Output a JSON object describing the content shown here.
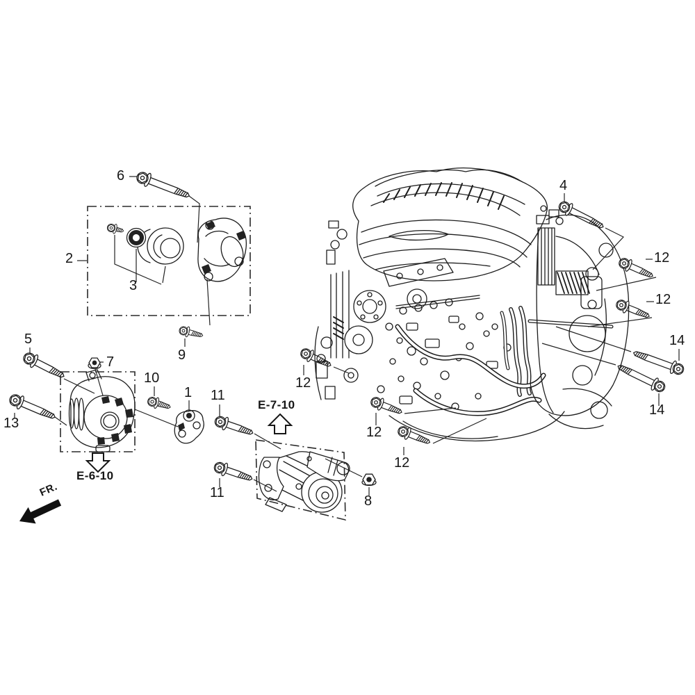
{
  "diagram": {
    "background": "#ffffff",
    "line_color": "#1c1c1c"
  },
  "callouts": {
    "p1": "1",
    "p2": "2",
    "p3": "3",
    "p4": "4",
    "p5": "5",
    "p6": "6",
    "p7": "7",
    "p8": "8",
    "p9": "9",
    "p10": "10",
    "p11_upper": "11",
    "p11_lower": "11",
    "p12_left": "12",
    "p12_mid": "12",
    "p12_bottom": "12",
    "p12_right_upper": "12",
    "p12_right_lower": "12",
    "p13": "13",
    "p14_upper": "14",
    "p14_lower": "14"
  },
  "references": {
    "alternator_group": "E-6-10",
    "starter_group": "E-7-10",
    "front_marker": "FR."
  }
}
